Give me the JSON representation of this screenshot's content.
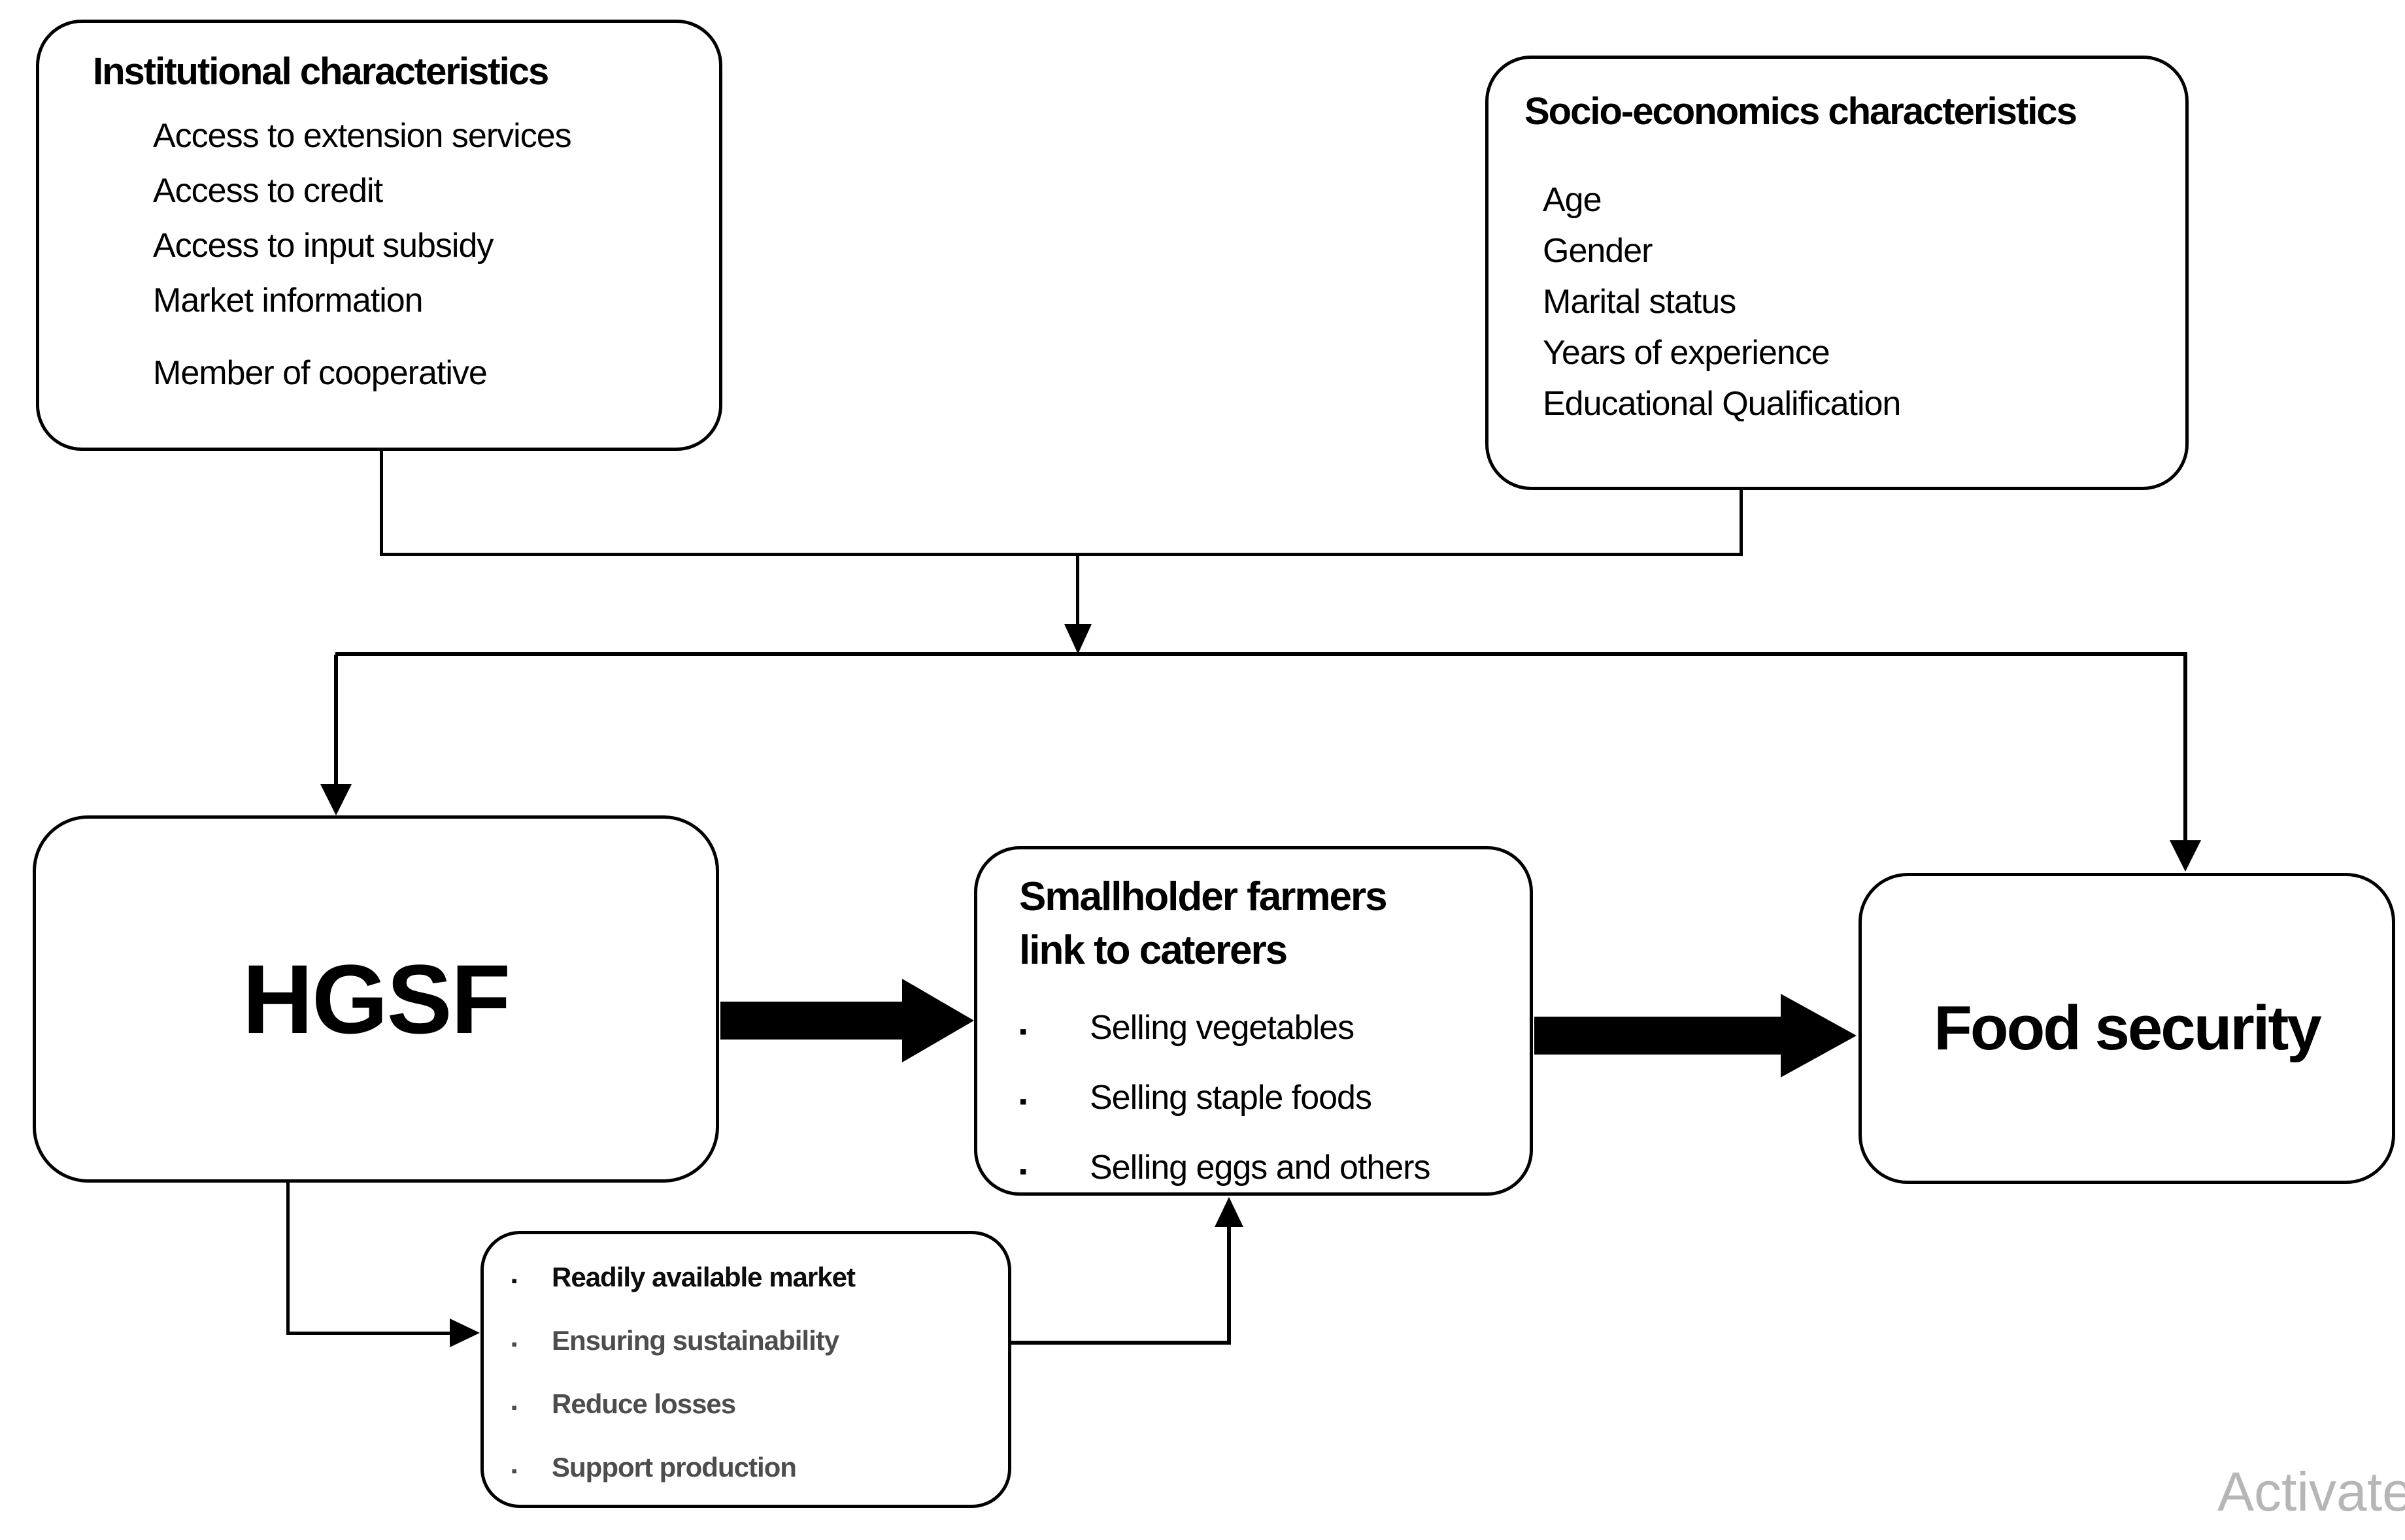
{
  "boxes": {
    "institutional": {
      "title": "Institutional characteristics",
      "items": [
        "Access to extension services",
        "Access to credit",
        "Access to input subsidy",
        "Market information",
        "Member of cooperative"
      ]
    },
    "socio": {
      "title": "Socio-economics characteristics",
      "items": [
        "Age",
        "Gender",
        "Marital status",
        "Years of experience",
        "Educational Qualification"
      ]
    },
    "hgsf": {
      "title": "HGSF"
    },
    "smallholder": {
      "title_line1": "Smallholder farmers",
      "title_line2": "link to caterers",
      "bullet": "▪",
      "items": [
        "Selling vegetables",
        "Selling staple foods",
        "Selling eggs  and others"
      ]
    },
    "food_security": {
      "title": "Food security"
    },
    "benefits": {
      "bullet": "▪",
      "items": [
        {
          "text": "Readily available market",
          "color": "#0d0d0d"
        },
        {
          "text": "Ensuring sustainability",
          "color": "#4d4d4d"
        },
        {
          "text": "Reduce losses",
          "color": "#4d4d4d"
        },
        {
          "text": "Support production",
          "color": "#4d4d4d"
        }
      ]
    }
  },
  "colors": {
    "line": "#000000",
    "box_border": "#000000",
    "background": "#ffffff",
    "benefit_gray": "#4d4d4d",
    "watermark_gray": "#b6b6b6"
  },
  "watermark": {
    "text": "Activate"
  }
}
